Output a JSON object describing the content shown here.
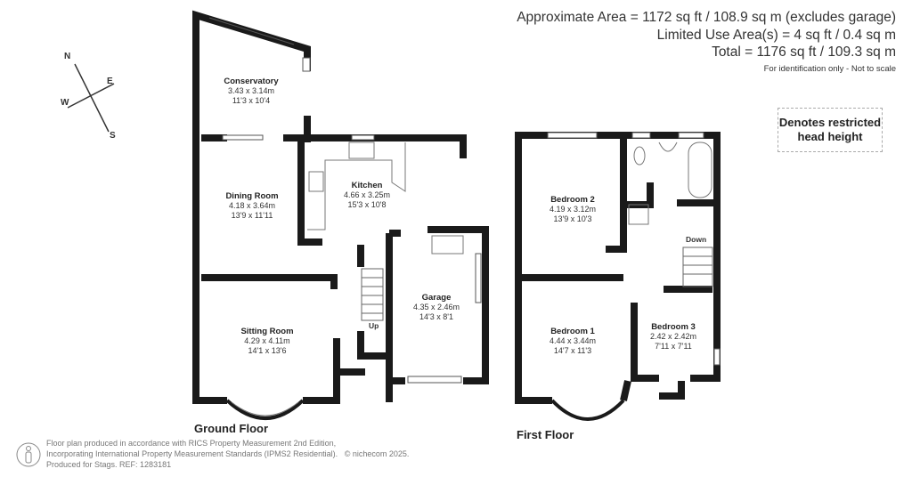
{
  "areas": {
    "approximate": "Approximate Area = 1172 sq ft / 108.9 sq m (excludes garage)",
    "limited": "Limited Use Area(s) = 4 sq ft / 0.4 sq m",
    "total": "Total = 1176 sq ft / 109.3 sq m",
    "note": "For identification only - Not to scale"
  },
  "legend": {
    "line1": "Denotes restricted",
    "line2": "head height"
  },
  "compass": {
    "n": "N",
    "e": "E",
    "s": "S",
    "w": "W"
  },
  "ground_floor": {
    "label": "Ground Floor",
    "rooms": [
      {
        "name": "Conservatory",
        "metric": "3.43 x 3.14m",
        "imperial": "11'3 x 10'4"
      },
      {
        "name": "Kitchen",
        "metric": "4.66 x 3.25m",
        "imperial": "15'3 x 10'8"
      },
      {
        "name": "Dining Room",
        "metric": "4.18 x 3.64m",
        "imperial": "13'9 x 11'11"
      },
      {
        "name": "Sitting Room",
        "metric": "4.29 x 4.11m",
        "imperial": "14'1 x 13'6"
      },
      {
        "name": "Garage",
        "metric": "4.35 x 2.46m",
        "imperial": "14'3 x 8'1"
      }
    ],
    "stairs_label": "Up"
  },
  "first_floor": {
    "label": "First Floor",
    "rooms": [
      {
        "name": "Bedroom 2",
        "metric": "4.19 x 3.12m",
        "imperial": "13'9 x 10'3"
      },
      {
        "name": "Bedroom 1",
        "metric": "4.44 x 3.44m",
        "imperial": "14'7 x 11'3"
      },
      {
        "name": "Bedroom 3",
        "metric": "2.42 x 2.42m",
        "imperial": "7'11 x 7'11"
      }
    ],
    "stairs_label": "Down"
  },
  "footer": {
    "line1": "Floor plan produced in accordance with RICS Property Measurement 2nd Edition,",
    "line2": "Incorporating International Property Measurement Standards (IPMS2 Residential).",
    "copyright": "© nichecom 2025.",
    "line3": "Produced for Stags.   REF: 1283181"
  },
  "colors": {
    "wall": "#1a1a1a",
    "text": "#222222",
    "muted": "#777777"
  }
}
